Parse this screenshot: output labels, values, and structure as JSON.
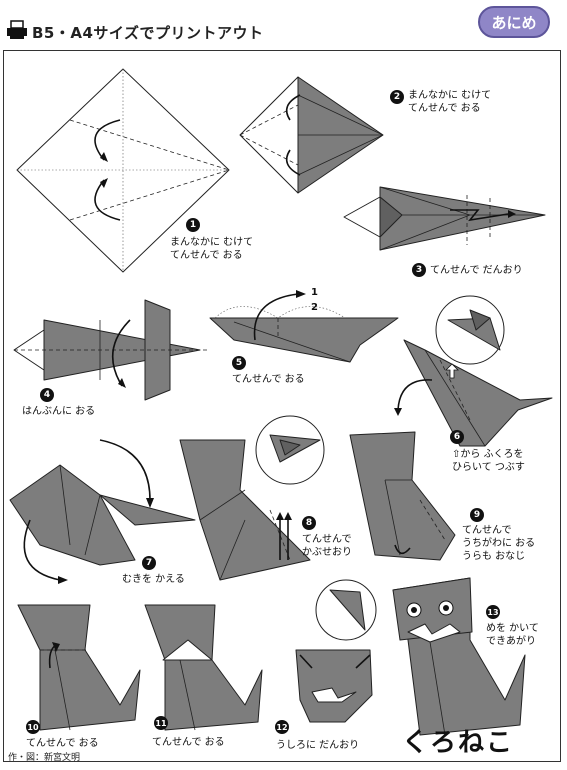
{
  "header": {
    "title": "B5・A4サイズでプリントアウト",
    "badge": "あにめ"
  },
  "steps": [
    {
      "num": "1",
      "text1": "まんなかに むけて",
      "text2": "てんせんで おる"
    },
    {
      "num": "2",
      "text1": "まんなかに むけて",
      "text2": "てんせんで おる"
    },
    {
      "num": "3",
      "text1": "てんせんで だんおり"
    },
    {
      "num": "4",
      "text1": "はんぶんに おる"
    },
    {
      "num": "5",
      "text1": "てんせんで おる",
      "frac_top": "1",
      "frac_bottom": "2"
    },
    {
      "num": "6",
      "text1": "⇧から ふくろを",
      "text2": "ひらいて つぶす"
    },
    {
      "num": "7",
      "text1": "むきを かえる"
    },
    {
      "num": "8",
      "text1": "てんせんで",
      "text2": "かぶせおり"
    },
    {
      "num": "9",
      "text1": "てんせんで",
      "text2": "うちがわに おる",
      "text3": "うらも おなじ"
    },
    {
      "num": "10",
      "text1": "てんせんで おる"
    },
    {
      "num": "11",
      "text1": "てんせんで おる"
    },
    {
      "num": "12",
      "text1": "うしろに だんおり"
    },
    {
      "num": "13",
      "text1": "めを かいて",
      "text2": "できあがり"
    }
  ],
  "result_name": "くろねこ",
  "credit": "作・図：新宮文明"
}
